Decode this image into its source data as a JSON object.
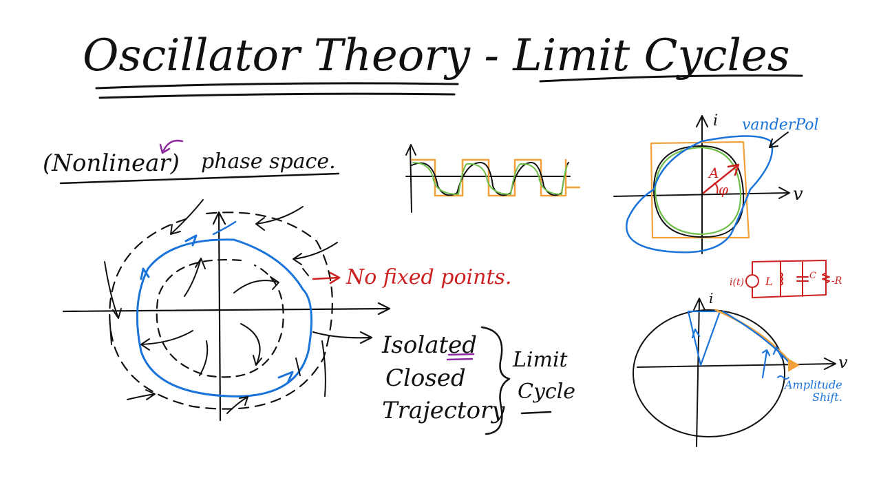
{
  "title": "Oscillator Theory - Limit Cycles",
  "heading": {
    "prefix": "(Nonlinear)",
    "suffix": "phase space."
  },
  "phase_portrait": {
    "annotation": "No fixed points.",
    "trajectory_label": [
      "Isolated",
      "Closed",
      "Trajectory"
    ],
    "result_label": [
      "Limit",
      "Cycle"
    ]
  },
  "vanderpol": {
    "label": "vanderPol",
    "axis_i": "i",
    "axis_v": "v",
    "amplitude": "A",
    "phase": "φ"
  },
  "circuit": {
    "source": "i(t)",
    "inductor": "L",
    "capacitor": "C",
    "resistor": "-R"
  },
  "amplitude_plot": {
    "axis_i": "i",
    "axis_v": "v",
    "note": [
      "Amplitude",
      "Shift."
    ]
  },
  "colors": {
    "ink": "#111111",
    "blue": "#1a73d9",
    "red": "#cc1f1f",
    "orange": "#f2a03a",
    "green": "#6fbf4a",
    "purple": "#8a2a9c"
  }
}
